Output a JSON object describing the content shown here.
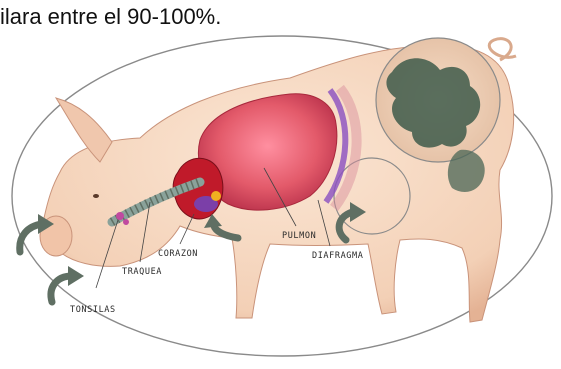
{
  "caption": "ilara entre el 90-100%.",
  "labels": {
    "tonsilas": "TONSILAS",
    "traquea": "TRAQUEA",
    "corazon": "CORAZON",
    "pulmon": "PULMON",
    "diafragma": "DIAFRAGMA"
  },
  "colors": {
    "skin": "#f6d9c0",
    "skin_shadow": "#e8b99c",
    "lung": "#e35a6a",
    "heart": "#c01a2a",
    "diaphragm": "#8a4fc0",
    "trachea": "#8aa29a",
    "arrow": "#5f6f63",
    "lesion": "#3e5a4a",
    "ellipse": "#8a8a8a"
  }
}
